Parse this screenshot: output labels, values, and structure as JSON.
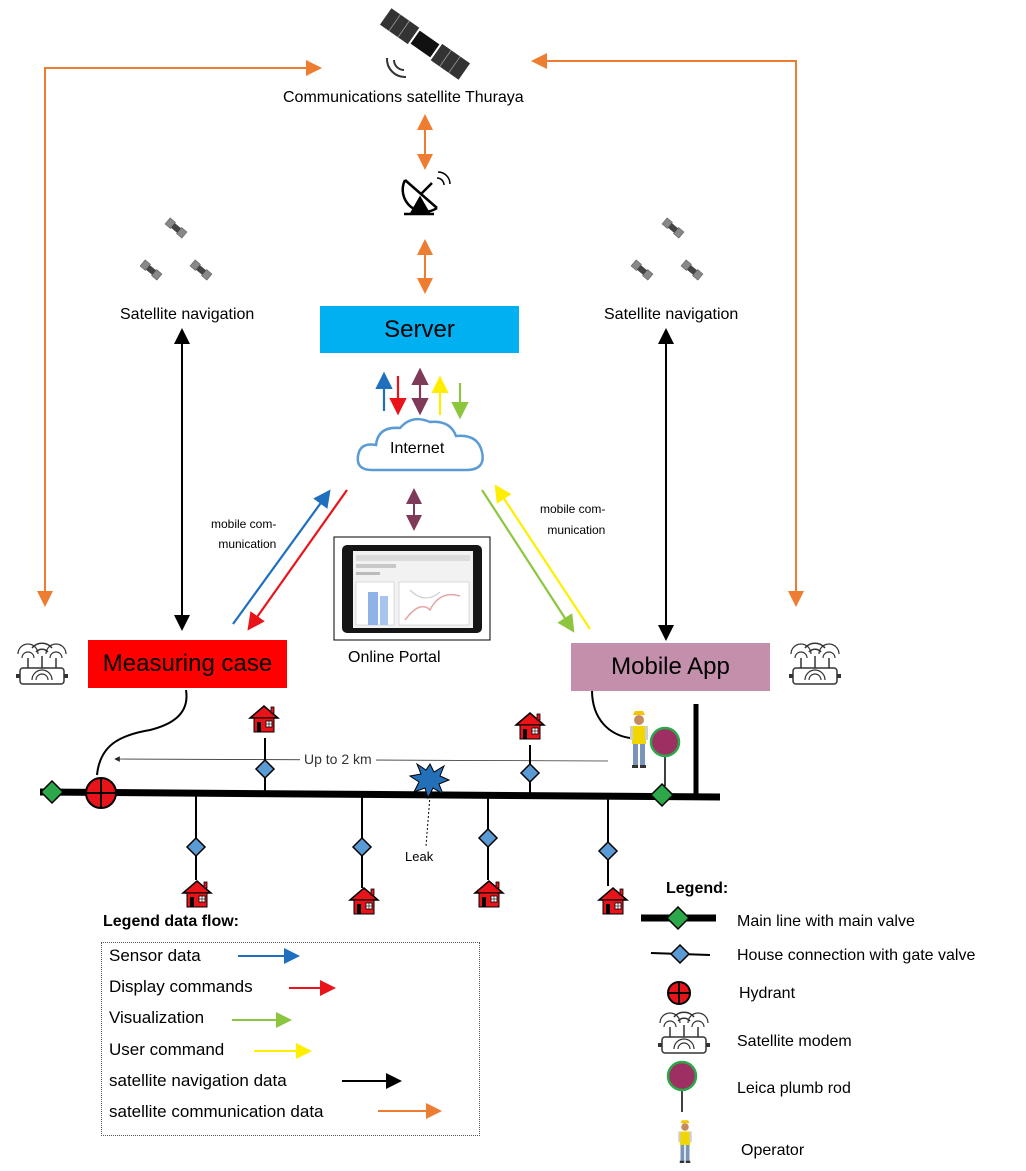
{
  "satellite_label": "Communications satellite Thuraya",
  "satnav_left_label": "Satellite navigation",
  "satnav_right_label": "Satellite navigation",
  "server_label": "Server",
  "internet_label": "Internet",
  "online_portal_label": "Online Portal",
  "measuring_case_label": "Measuring case",
  "mobile_app_label": "Mobile App",
  "mobile_comm_left": [
    "mobile com-",
    "munication"
  ],
  "mobile_comm_right": [
    "mobile com-",
    "munication"
  ],
  "distance_label": "Up to 2 km",
  "leak_label": "Leak",
  "legend_flow": {
    "title": "Legend data flow:",
    "items": [
      {
        "label": "Sensor data",
        "color": "#1f6fbf"
      },
      {
        "label": "Display commands",
        "color": "#e8141a"
      },
      {
        "label": "Visualization",
        "color": "#8cc63f"
      },
      {
        "label": "User command",
        "color": "#ffee00"
      },
      {
        "label": "satellite navigation  data",
        "color": "#000000"
      },
      {
        "label": "satellite communication data",
        "color": "#ed7d31"
      }
    ]
  },
  "legend": {
    "title": "Legend:",
    "items": [
      {
        "label": "Main line with main valve",
        "icon": "main-line-valve-icon"
      },
      {
        "label": "House connection with gate valve",
        "icon": "house-connection-valve-icon"
      },
      {
        "label": "Hydrant",
        "icon": "hydrant-icon"
      },
      {
        "label": "Satellite modem",
        "icon": "satellite-modem-icon"
      },
      {
        "label": "Leica plumb rod",
        "icon": "plumb-rod-icon"
      },
      {
        "label": "Operator",
        "icon": "operator-icon"
      }
    ]
  },
  "colors": {
    "server": "#00b0f0",
    "measuring_case": "#ff0000",
    "mobile_app": "#c48fab",
    "sat_comm": "#ed7d31",
    "cloud": "#5b9bd5",
    "house": "#e8141a",
    "valve_main": "#2ca84a",
    "valve_house": "#5b9bd5",
    "plumb_rod": "#9e2f63"
  }
}
